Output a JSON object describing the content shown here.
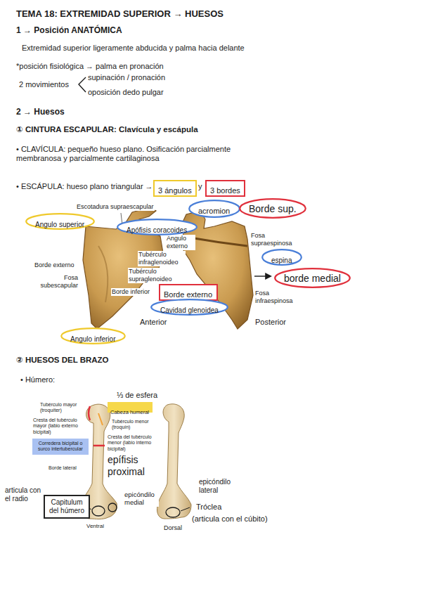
{
  "diagram": {
    "title": "TEMA 18: EXTREMIDAD SUPERIOR → HUESOS",
    "nodes": [
      {
        "text": [
          "3 ángulos"
        ]
      },
      {
        "text": [
          "3 bordes"
        ]
      },
      {
        "text": [
          "Angulo superior"
        ]
      },
      {
        "text": [
          "Apófisis coracoides"
        ]
      },
      {
        "text": [
          "acromion"
        ]
      },
      {
        "text": [
          "Borde sup."
        ]
      },
      {
        "text": [
          "espina"
        ]
      },
      {
        "text": [
          "borde medial"
        ]
      },
      {
        "text": [
          "Borde externo"
        ]
      },
      {
        "text": [
          "Cavidad glenoidea"
        ]
      },
      {
        "text": [
          "Angulo inferior"
        ]
      },
      {
        "text": [
          "Cabeza humeral"
        ]
      },
      {
        "text": [
          "Corredera bicipital o surco intertubercular"
        ]
      },
      {
        "text": [
          "Capitulum del húmero"
        ]
      }
    ],
    "labels": [
      "1 → Posición ANATÓMICA",
      "Extremidad superior ligeramente abducida y palma hacia delante",
      "*posición fisiológica → palma en pronación",
      "2 movimientos",
      "supinación / pronación",
      "oposición dedo pulgar",
      "2 → Huesos",
      "① CINTURA ESCAPULAR: Clavícula y escápula",
      "• CLAVÍCULA: pequeño hueso plano. Osificación parcialmente membranosa y parcialmente cartilaginosa",
      "• ESCÁPULA: hueso plano triangular →",
      "y",
      "Escotadura supraescapular",
      "Tubérculo infraglenoideo",
      "Angulo externo",
      "Fosa supraespinosa",
      "Borde externo",
      "Fosa subescapular",
      "Tubérculo supraglenoideo",
      "Borde inferior",
      "Fosa infraespinosa",
      "Anterior",
      "Posterior",
      "② HUESOS DEL BRAZO",
      "• Húmero:",
      "⅓ de esfera",
      "Tubérculo mayor (troquíter)",
      "Cresta del tubérculo mayor (labio externo bicipital)",
      "Tubérculo menor (troquín)",
      "Cresta del tubérculo menor (labio interno bicipital)",
      "Borde lateral",
      "epífisis proximal",
      "articula con el radio",
      "epicóndilo medial",
      "Ventral",
      "epicóndilo lateral",
      "Tróclea",
      "(articula con el cúbito)",
      "Dorsal"
    ]
  }
}
